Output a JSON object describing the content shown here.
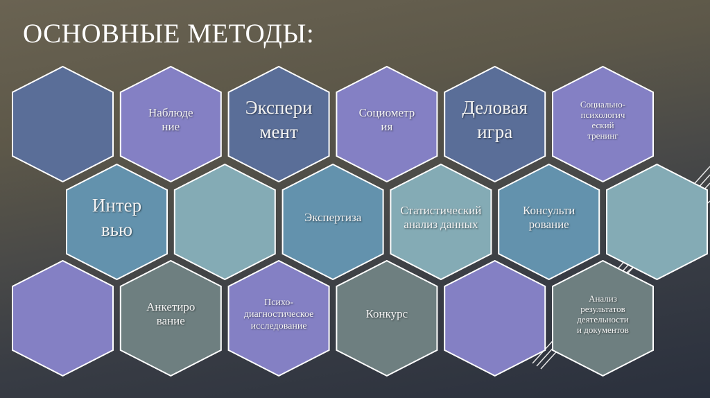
{
  "slide": {
    "title": "ОСНОВНЫЕ МЕТОДЫ:"
  },
  "colors": {
    "navy_blue": "#5a6e98",
    "purple": "#8480c4",
    "steel_blue": "#6392ad",
    "light_teal": "#84abb5",
    "gray_teal": "#6e7f80",
    "outline": "#ffffff",
    "background_top": "#6a6352",
    "background_bottom": "#2a303d"
  },
  "rows": [
    {
      "hexes": [
        {
          "label": "",
          "color": "navy_blue"
        },
        {
          "label": "Наблюде\nние",
          "color": "purple"
        },
        {
          "label": "Экспери\nмент",
          "color": "navy_blue"
        },
        {
          "label": "Социометр\nия",
          "color": "purple"
        },
        {
          "label": "Деловая\nигра",
          "color": "navy_blue"
        },
        {
          "label": "Социально-\nпсихологич\nеский\nтренинг",
          "color": "purple"
        }
      ]
    },
    {
      "hexes": [
        {
          "label": "Интер\nвью",
          "color": "steel_blue"
        },
        {
          "label": "",
          "color": "light_teal"
        },
        {
          "label": "Экспертиза",
          "color": "steel_blue"
        },
        {
          "label": "Статистический\nанализ данных",
          "color": "light_teal"
        },
        {
          "label": "Консульти\nрование",
          "color": "steel_blue"
        },
        {
          "label": "",
          "color": "light_teal"
        }
      ]
    },
    {
      "hexes": [
        {
          "label": "",
          "color": "purple"
        },
        {
          "label": "Анкетиро\nвание",
          "color": "gray_teal"
        },
        {
          "label": "Психо-\nдиагностическое\nисследование",
          "color": "purple"
        },
        {
          "label": "Конкурс",
          "color": "gray_teal"
        },
        {
          "label": "",
          "color": "purple"
        },
        {
          "label": "Анализ\nрезультатов\nдеятельности\nи документов",
          "color": "gray_teal"
        }
      ]
    }
  ]
}
